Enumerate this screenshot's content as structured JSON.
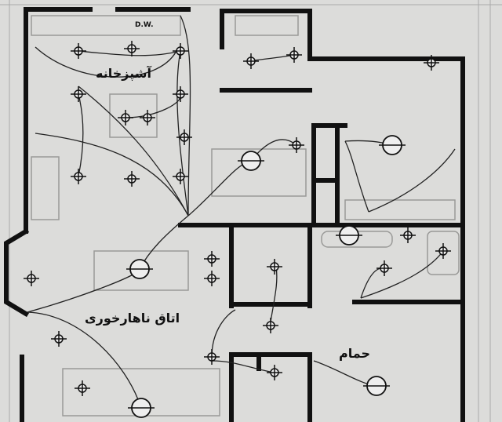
{
  "rooms": {
    "kitchen": "آشپزخانه",
    "dining": "اتاق ناهارخوری",
    "bath": "حمام"
  },
  "marks": {
    "dw": "D.W."
  },
  "colors": {
    "wall": "#111111",
    "wire": "#222222",
    "paper": "#dcdcda",
    "furniture": "#9a9a98"
  }
}
